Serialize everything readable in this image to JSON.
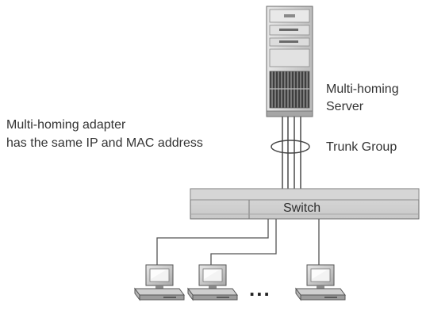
{
  "labels": {
    "server": [
      "Multi-homing",
      "Server"
    ],
    "adapter_note": [
      "Multi-homing adapter",
      "has the same IP and MAC address"
    ],
    "trunk_group": "Trunk Group",
    "switch": "Switch",
    "ellipsis": "..."
  },
  "icons": {
    "server": "server-tower-icon",
    "switch": "network-switch-icon",
    "workstation": "desktop-computer-icon"
  },
  "colors": {
    "line": "#555555",
    "device_fill": "#d4d4d4",
    "device_dark": "#6e6e6e"
  }
}
